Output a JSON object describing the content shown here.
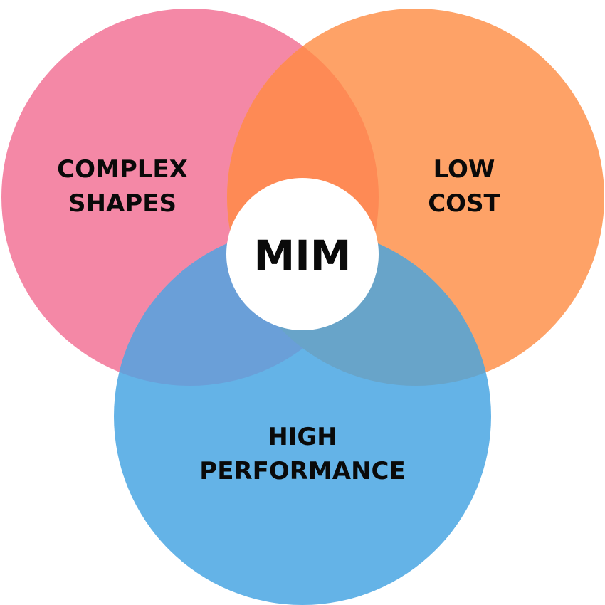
{
  "title": "MIM",
  "sets": [
    {
      "id": "complex",
      "lines": [
        "COMPLEX",
        "SHAPES"
      ],
      "color": "#f488a6"
    },
    {
      "id": "cost",
      "lines": [
        "LOW",
        "COST"
      ],
      "color": "#fea267"
    },
    {
      "id": "performance",
      "lines": [
        "HIGH",
        "PERFORMANCE"
      ],
      "color": "#64b3e7"
    }
  ],
  "overlaps": {
    "complex_cost": "#fe8a55",
    "complex_performance": "#6a9fd8",
    "cost_performance": "#68a4c9"
  }
}
